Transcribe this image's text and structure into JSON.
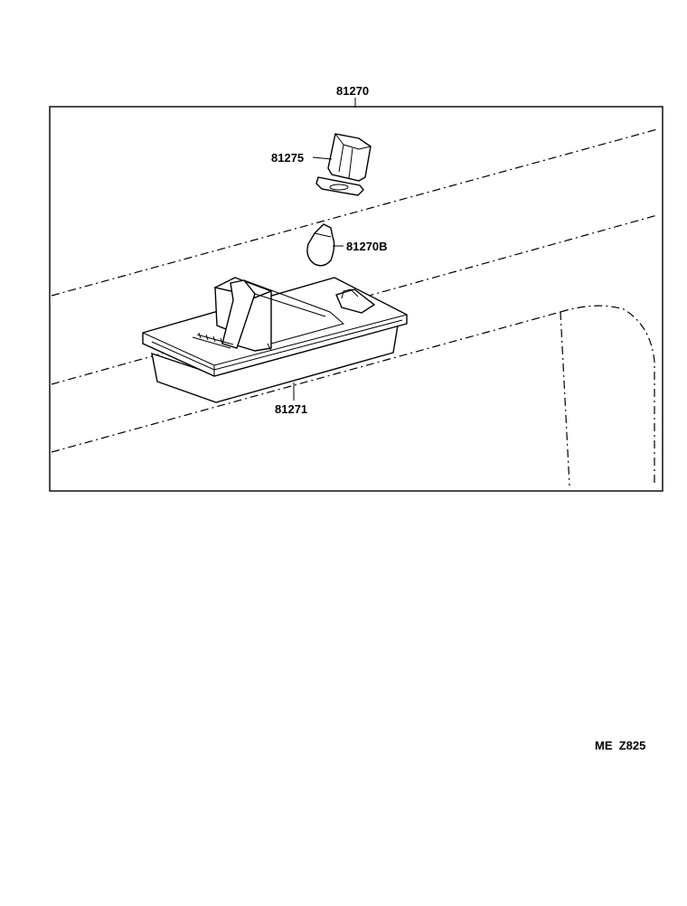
{
  "parts": {
    "assembly": "81270",
    "socket": "81275",
    "bulb": "81270B",
    "lens": "81271"
  },
  "catalog_code": "ME  Z825",
  "colors": {
    "line": "#000000",
    "background": "#ffffff"
  }
}
